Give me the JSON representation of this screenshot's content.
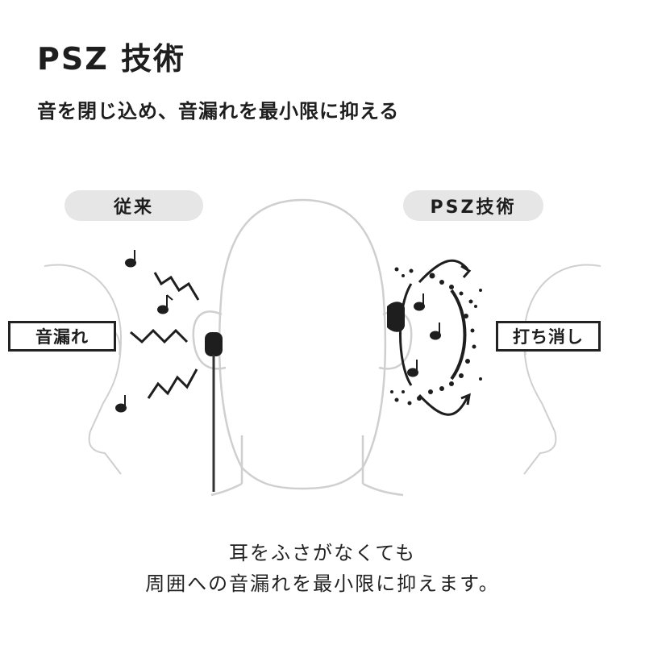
{
  "header": {
    "title": "PSZ 技術",
    "subtitle": "音を閉じ込め、音漏れを最小限に抑える"
  },
  "comparison": {
    "left_tab": "従来",
    "right_tab": "PSZ技術",
    "left_label": "音漏れ",
    "right_label": "打ち消し"
  },
  "caption": {
    "line1": "耳をふさがなくても",
    "line2": "周囲への音漏れを最小限に抑えます。"
  },
  "icons": [
    "music-note-icon",
    "sound-wave-icon",
    "earphone-icon",
    "cancel-arc-icon"
  ],
  "colors": {
    "ink": "#1e1e1e",
    "pill_bg": "#e6e6e6",
    "outline": "#cfcfcf"
  }
}
